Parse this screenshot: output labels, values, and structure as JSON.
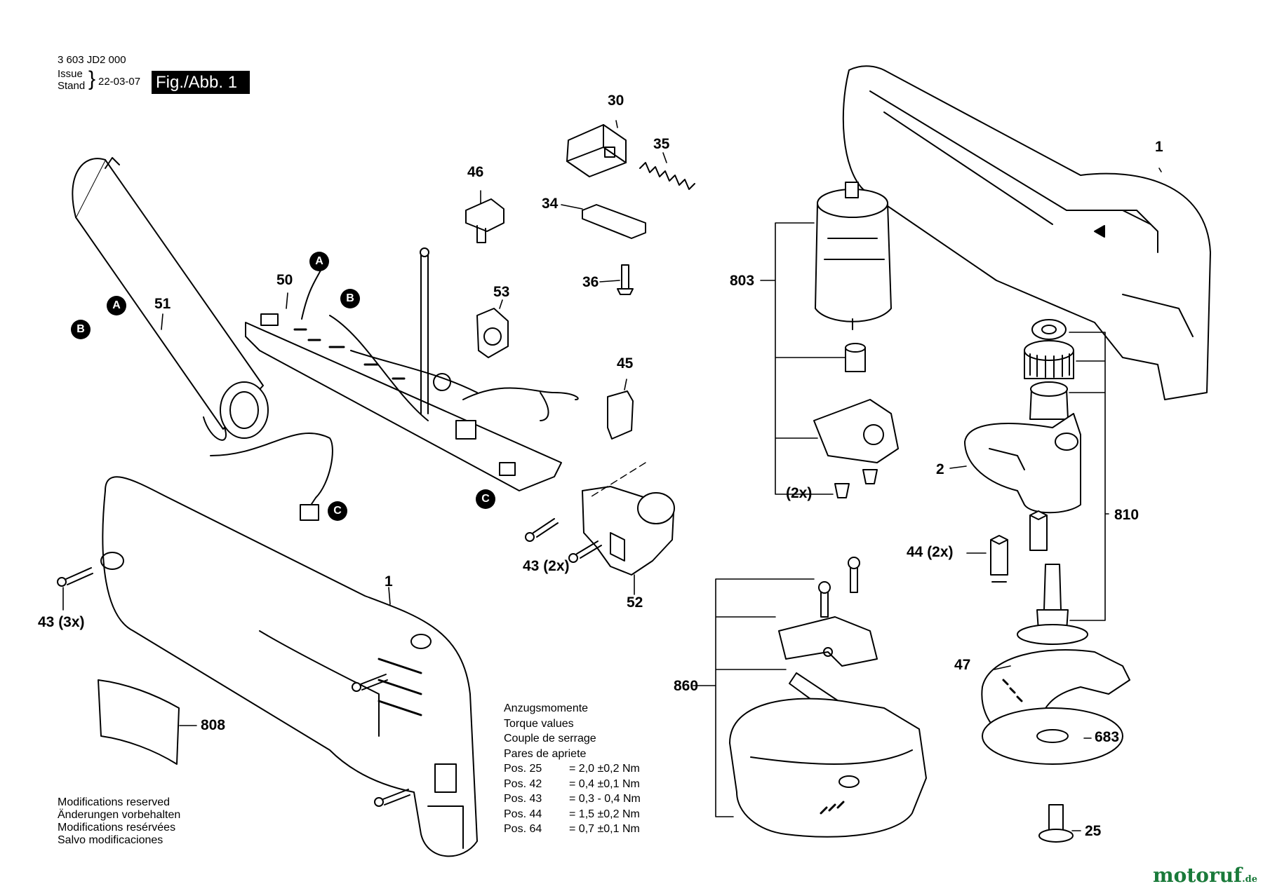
{
  "header": {
    "doc_number": "3 603 JD2 000",
    "issue_label": "Issue",
    "stand_label": "Stand",
    "date": "22-03-07",
    "figure": "Fig./Abb. 1"
  },
  "part_labels": {
    "p1_top": "1",
    "p1_bottom": "1",
    "p2": "2",
    "p25": "25",
    "p30": "30",
    "p34": "34",
    "p35": "35",
    "p36": "36",
    "p43_3x": "43 (3x)",
    "p43_2x": "43 (2x)",
    "p44_2x": "44 (2x)",
    "p45": "45",
    "p46": "46",
    "p47": "47",
    "p50": "50",
    "p51": "51",
    "p52": "52",
    "p53": "53",
    "p683": "683",
    "p803": "803",
    "p808": "808",
    "p810": "810",
    "p860": "860",
    "p2x": "(2x)"
  },
  "connectors": {
    "a": "A",
    "b": "B",
    "c": "C"
  },
  "torque": {
    "titles": [
      "Anzugsmomente",
      "Torque values",
      "Couple de serrage",
      "Pares de apriete"
    ],
    "rows": [
      {
        "pos": "Pos. 25",
        "value": "= 2,0 ±0,2 Nm"
      },
      {
        "pos": "Pos. 42",
        "value": "= 0,4 ±0,1 Nm"
      },
      {
        "pos": "Pos. 43",
        "value": "= 0,3 - 0,4 Nm"
      },
      {
        "pos": "Pos. 44",
        "value": "= 1,5 ±0,2 Nm"
      },
      {
        "pos": "Pos. 64",
        "value": "= 0,7 ±0,1 Nm"
      }
    ]
  },
  "modifications": [
    "Modifications reserved",
    "Änderungen vorbehalten",
    "Modifications resérvées",
    "Salvo modificaciones"
  ],
  "watermark": {
    "name": "motoruf",
    "tld": ".de"
  },
  "colors": {
    "ink": "#000000",
    "paper": "#ffffff",
    "shade": "#d9d9d9",
    "watermark": "#1a7a3a"
  }
}
